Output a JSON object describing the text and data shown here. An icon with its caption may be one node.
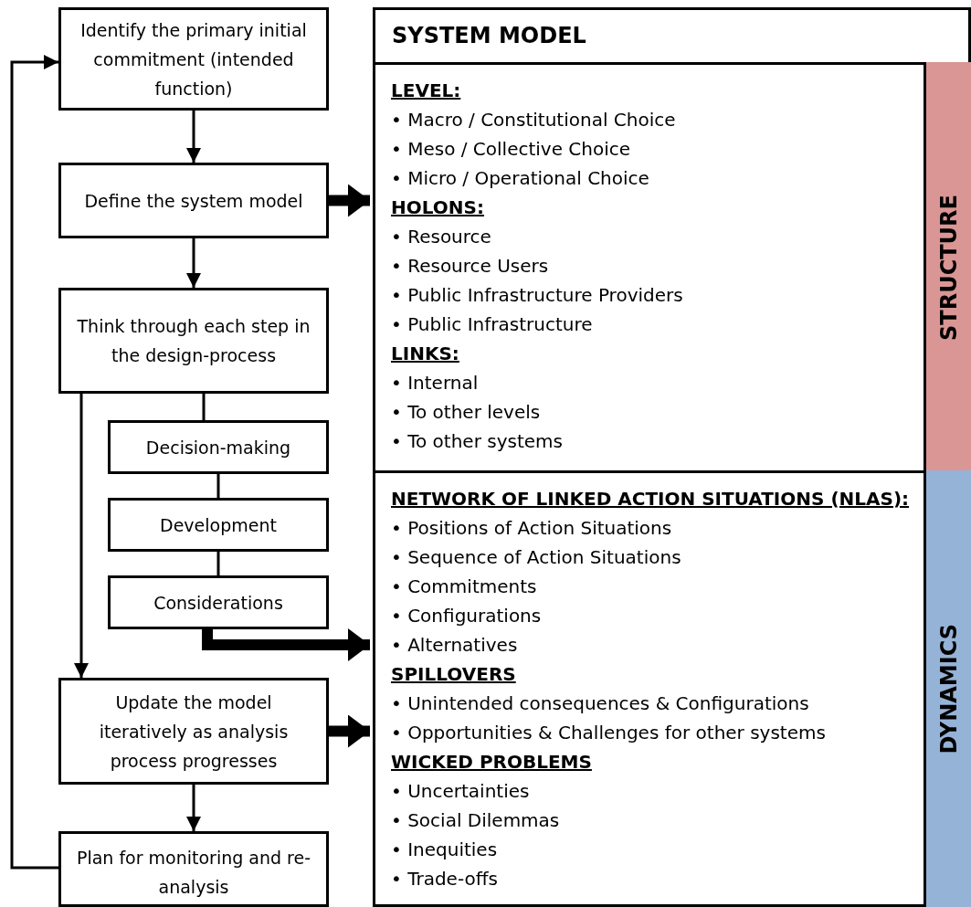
{
  "diagram": {
    "nodes": [
      {
        "text": [
          "Identify the primary initial commitment (intended function)"
        ]
      },
      {
        "text": [
          "Define the system model"
        ]
      },
      {
        "text": [
          "Think through each step in the design-process"
        ]
      },
      {
        "text": [
          "Decision-making"
        ]
      },
      {
        "text": [
          "Development"
        ]
      },
      {
        "text": [
          "Considerations"
        ]
      },
      {
        "text": [
          "Update the model iteratively as analysis process progresses"
        ]
      },
      {
        "text": [
          "Plan for monitoring and re-analysis"
        ]
      },
      {
        "text": [
          "SYSTEM MODEL"
        ]
      },
      {
        "text": [
          "LEVEL:",
          "• Macro / Constitutional Choice",
          "• Meso / Collective Choice",
          "• Micro / Operational Choice",
          "HOLONS:",
          "• Resource",
          "• Resource Users",
          "• Public Infrastructure Providers",
          "• Public Infrastructure",
          "LINKS:",
          "• Internal",
          "• To other levels",
          "• To other systems"
        ],
        "in": 8
      },
      {
        "text": [
          "STRUCTURE"
        ],
        "in": 9
      },
      {
        "text": [
          "NETWORK OF LINKED ACTION SITUATIONS (NLAS):",
          "• Positions of Action Situations",
          "• Sequence of Action Situations",
          "• Commitments",
          "• Configurations",
          "• Alternatives",
          "SPILLOVERS",
          "• Unintended consequences & Configurations",
          "• Opportunities & Challenges for other systems",
          "WICKED PROBLEMS",
          "• Uncertainties",
          "• Social Dilemmas",
          "• Inequities",
          "• Trade-offs"
        ],
        "in": 8
      },
      {
        "text": [
          "DYNAMICS"
        ],
        "in": 11
      }
    ],
    "edges": [
      {
        "from": 0,
        "to": 1,
        "arrow": "to"
      },
      {
        "from": 1,
        "to": 2,
        "arrow": "to"
      },
      {
        "from": 2,
        "to": 3,
        "arrow": "none"
      },
      {
        "from": 3,
        "to": 4,
        "arrow": "none"
      },
      {
        "from": 4,
        "to": 5,
        "arrow": "none"
      },
      {
        "from": 2,
        "to": 6,
        "arrow": "to"
      },
      {
        "from": 6,
        "to": 7,
        "arrow": "to"
      },
      {
        "from": 7,
        "to": 0,
        "arrow": "to"
      },
      {
        "from": 1,
        "to": 9,
        "arrow": "to",
        "style": "thick"
      },
      {
        "from": 5,
        "to": 11,
        "arrow": "to",
        "style": "thick"
      },
      {
        "from": 6,
        "to": 11,
        "arrow": "to",
        "style": "thick"
      }
    ]
  }
}
